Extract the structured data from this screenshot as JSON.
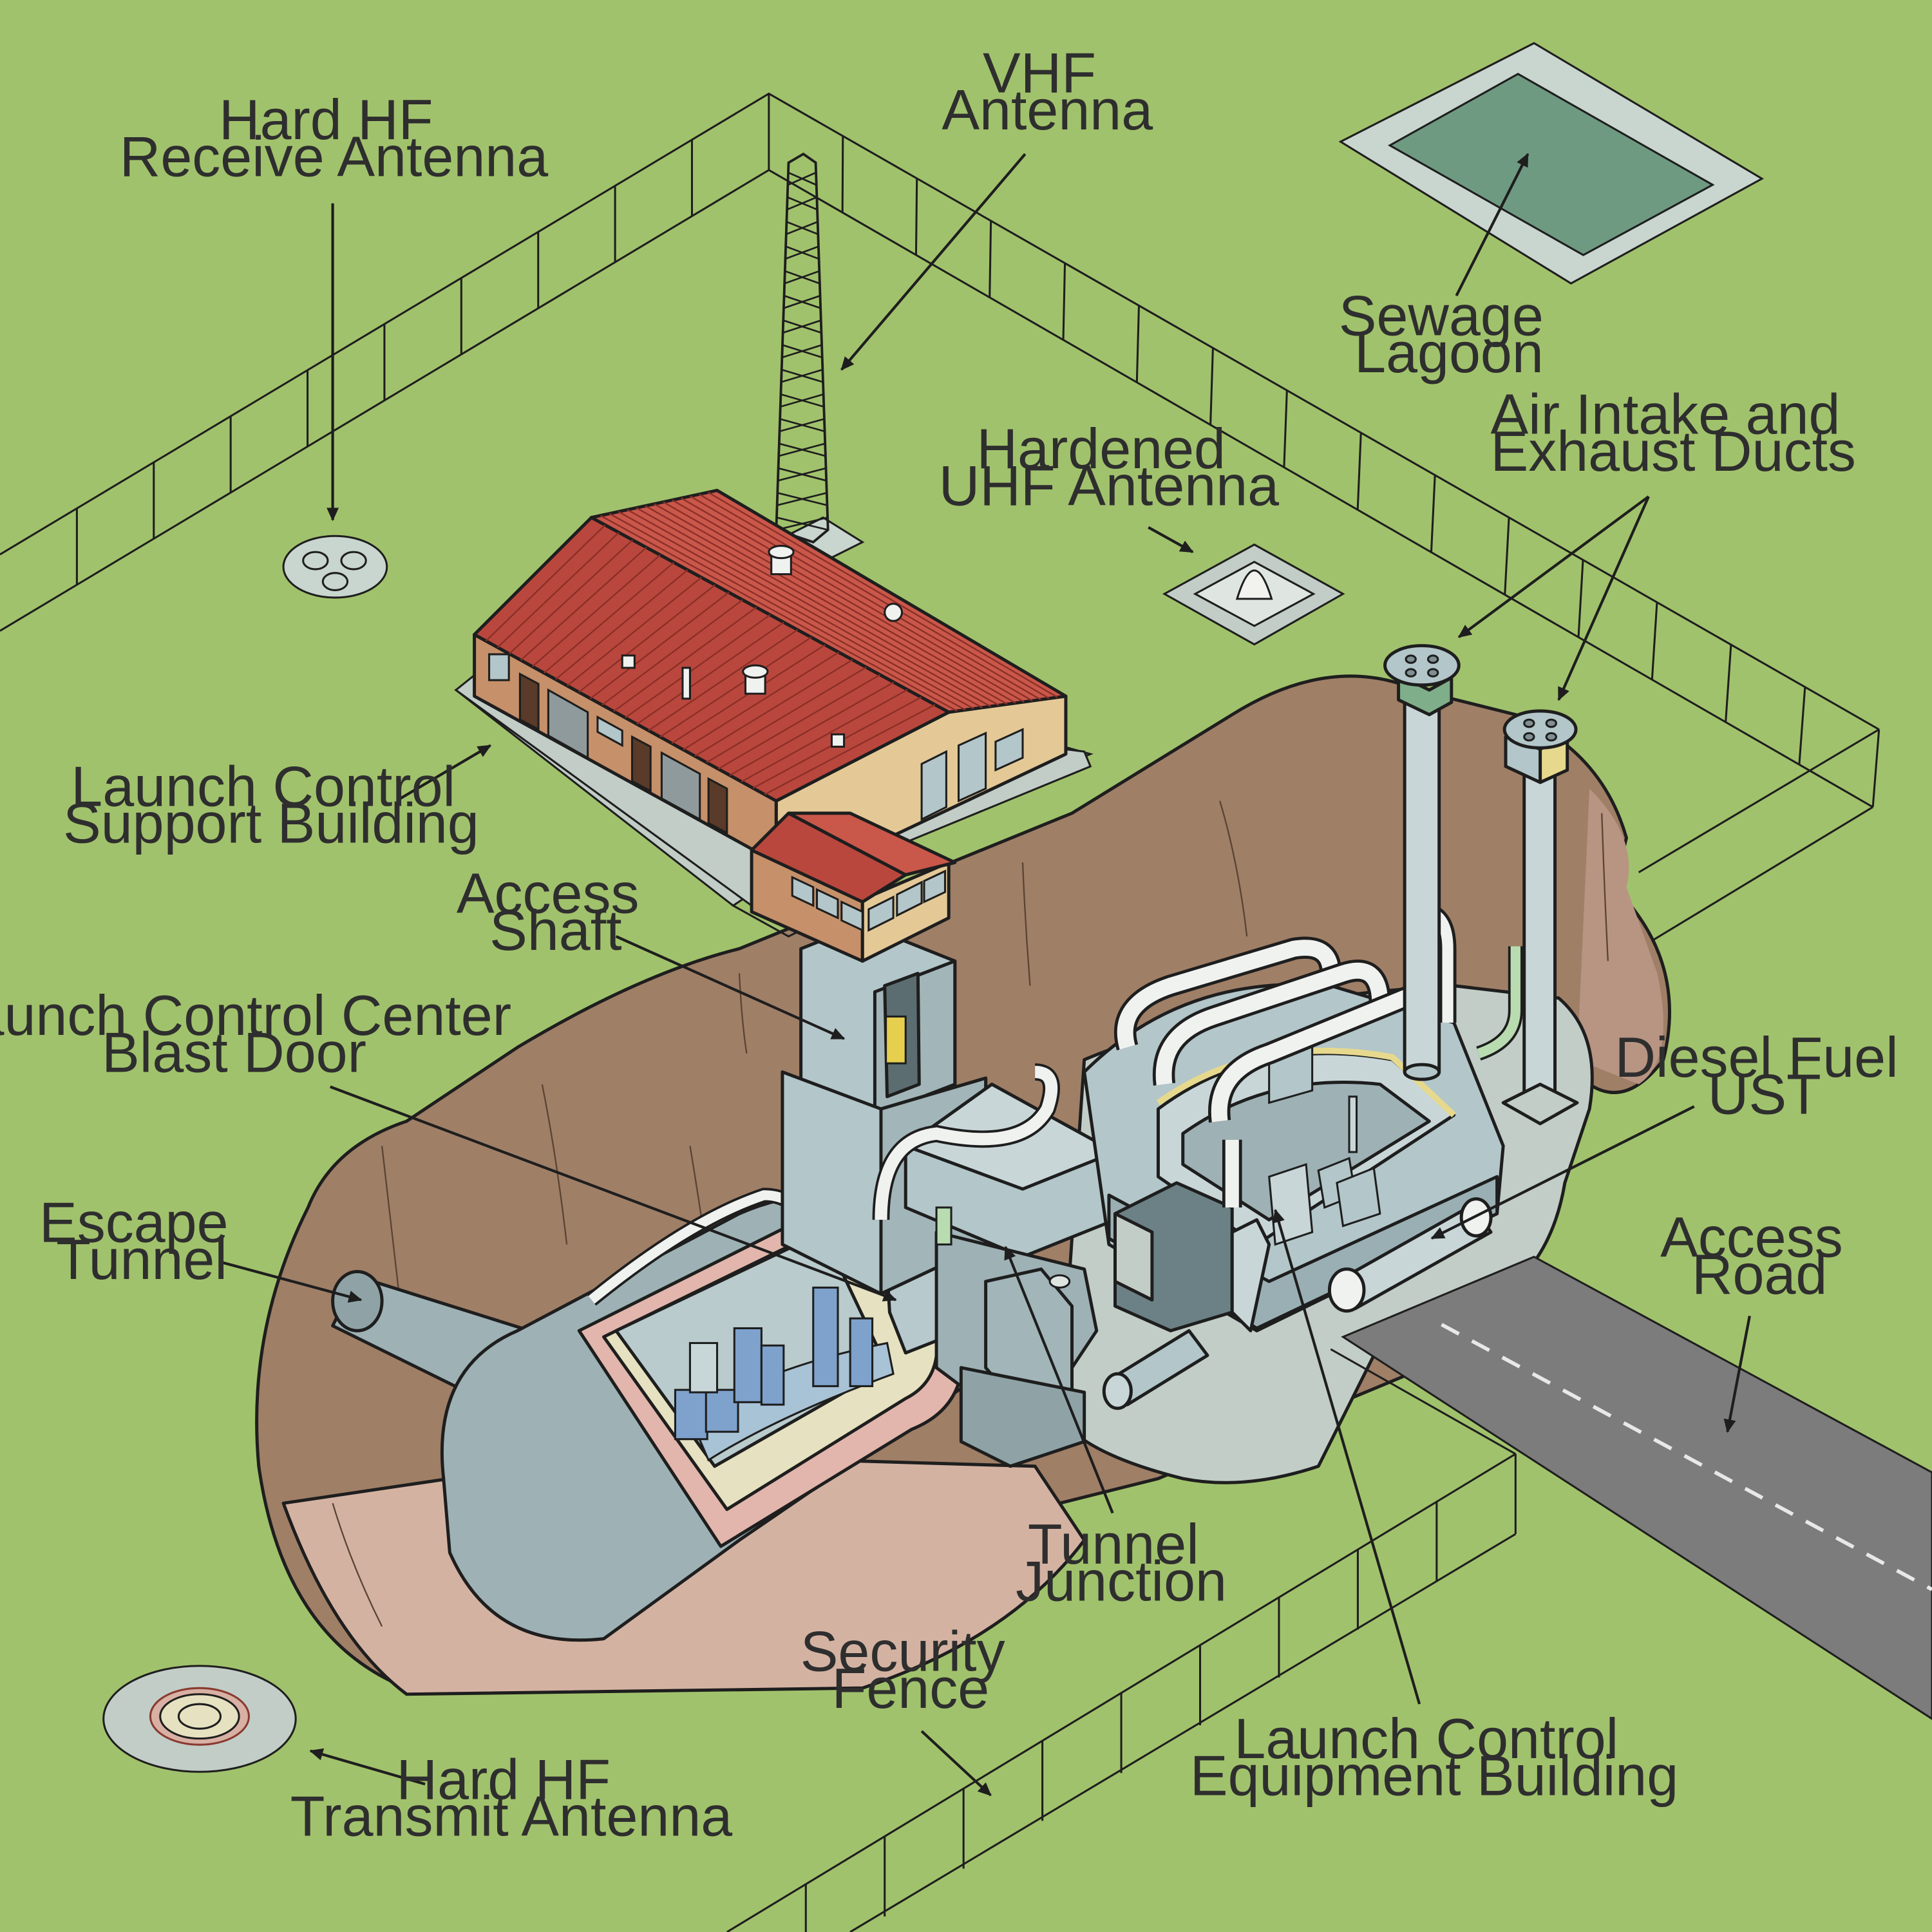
{
  "labels": {
    "hard_hf_receive": [
      "Hard HF",
      "Receive Antenna"
    ],
    "vhf": [
      "VHF",
      "Antenna"
    ],
    "sewage": [
      "Sewage",
      "Lagoon"
    ],
    "uhf": [
      "Hardened",
      "UHF Antenna"
    ],
    "air_ducts": [
      "Air Intake and",
      "Exhaust Ducts"
    ],
    "lcsb": [
      "Launch Control",
      "Support Building"
    ],
    "access_shaft": [
      "Access",
      "Shaft"
    ],
    "lcc_door": [
      "Launch Control Center",
      "Blast Door"
    ],
    "diesel": [
      "Diesel Fuel",
      "UST"
    ],
    "escape": [
      "Escape",
      "Tunnel"
    ],
    "access_road": [
      "Access",
      "Road"
    ],
    "tunnel_junction": [
      "Tunnel",
      "Junction"
    ],
    "security_fence": [
      "Security",
      "Fence"
    ],
    "lceb": [
      "Launch Control",
      "Equipment Building"
    ],
    "hard_hf_transmit": [
      "Hard HF",
      "Transmit Antenna"
    ]
  },
  "colors": {
    "grass": "#a1c26c",
    "earth": "#a07f67",
    "earth_light": "#d4b2a2",
    "concrete": "#c2cdc7",
    "steel": "#9eb1b5",
    "roof": "#b9473d",
    "wall": "#e4c997",
    "road": "#7c7c7c",
    "water": "#6f9a82"
  }
}
